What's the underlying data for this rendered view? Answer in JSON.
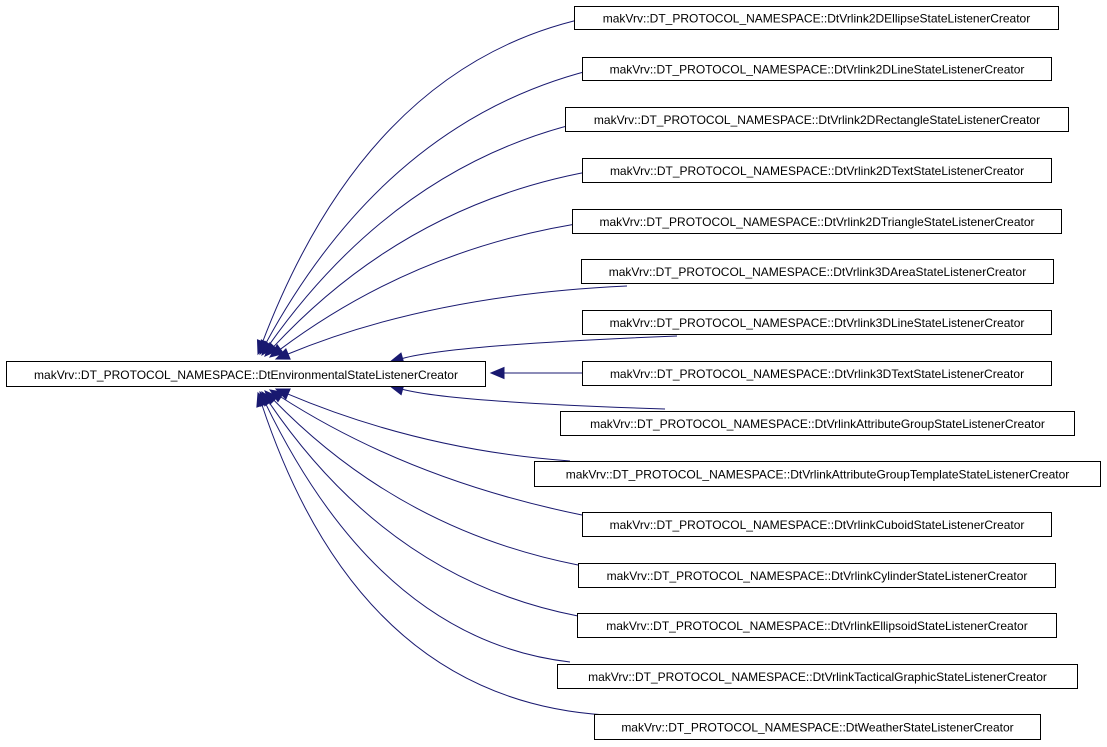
{
  "diagram": {
    "base": {
      "label": "makVrv::DT_PROTOCOL_NAMESPACE::DtEnvironmentalStateListenerCreator"
    },
    "derived": [
      {
        "label": "makVrv::DT_PROTOCOL_NAMESPACE::DtVrlink2DEllipseStateListenerCreator"
      },
      {
        "label": "makVrv::DT_PROTOCOL_NAMESPACE::DtVrlink2DLineStateListenerCreator"
      },
      {
        "label": "makVrv::DT_PROTOCOL_NAMESPACE::DtVrlink2DRectangleStateListenerCreator"
      },
      {
        "label": "makVrv::DT_PROTOCOL_NAMESPACE::DtVrlink2DTextStateListenerCreator"
      },
      {
        "label": "makVrv::DT_PROTOCOL_NAMESPACE::DtVrlink2DTriangleStateListenerCreator"
      },
      {
        "label": "makVrv::DT_PROTOCOL_NAMESPACE::DtVrlink3DAreaStateListenerCreator"
      },
      {
        "label": "makVrv::DT_PROTOCOL_NAMESPACE::DtVrlink3DLineStateListenerCreator"
      },
      {
        "label": "makVrv::DT_PROTOCOL_NAMESPACE::DtVrlink3DTextStateListenerCreator"
      },
      {
        "label": "makVrv::DT_PROTOCOL_NAMESPACE::DtVrlinkAttributeGroupStateListenerCreator"
      },
      {
        "label": "makVrv::DT_PROTOCOL_NAMESPACE::DtVrlinkAttributeGroupTemplateStateListenerCreator"
      },
      {
        "label": "makVrv::DT_PROTOCOL_NAMESPACE::DtVrlinkCuboidStateListenerCreator"
      },
      {
        "label": "makVrv::DT_PROTOCOL_NAMESPACE::DtVrlinkCylinderStateListenerCreator"
      },
      {
        "label": "makVrv::DT_PROTOCOL_NAMESPACE::DtVrlinkEllipsoidStateListenerCreator"
      },
      {
        "label": "makVrv::DT_PROTOCOL_NAMESPACE::DtVrlinkTacticalGraphicStateListenerCreator"
      },
      {
        "label": "makVrv::DT_PROTOCOL_NAMESPACE::DtWeatherStateListenerCreator"
      }
    ],
    "colors": {
      "edge": "#191970",
      "node_border": "#000000",
      "node_fill": "#ffffff",
      "background": "#ffffff"
    }
  }
}
